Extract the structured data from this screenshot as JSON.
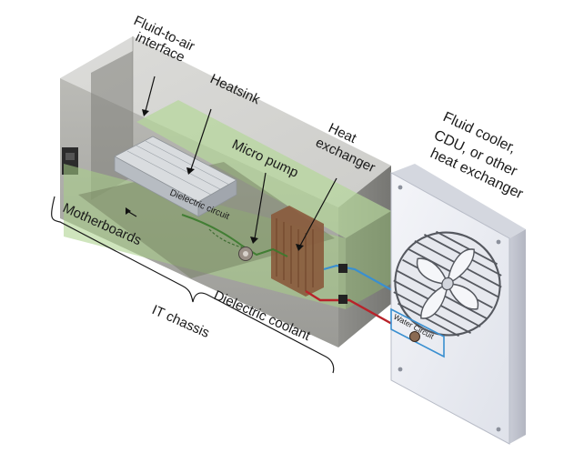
{
  "labels": {
    "fluid_to_air_1": "Fluid-to-air",
    "fluid_to_air_2": "interface",
    "heatsink": "Heatsink",
    "heat_exchanger_1": "Heat",
    "heat_exchanger_2": "exchanger",
    "micro_pump": "Micro pump",
    "fluid_cooler_1": "Fluid cooler,",
    "fluid_cooler_2": "CDU, or other",
    "fluid_cooler_3": "heat exchanger",
    "dielectric_circuit": "Dielectric circuit",
    "motherboards": "Motherboards",
    "dielectric_coolant": "Dielectric coolant",
    "it_chassis": "IT chassis",
    "water_circuit": "Water Circuit"
  },
  "colors": {
    "chassis_gray": "#9a9a96",
    "coolant_green": "#b5d79a",
    "hot_pipe": "#b8232a",
    "cool_pipe": "#3a8fd0",
    "heat_exchanger_copper": "#8a5a3c",
    "cooler_body": "#eceef4"
  }
}
